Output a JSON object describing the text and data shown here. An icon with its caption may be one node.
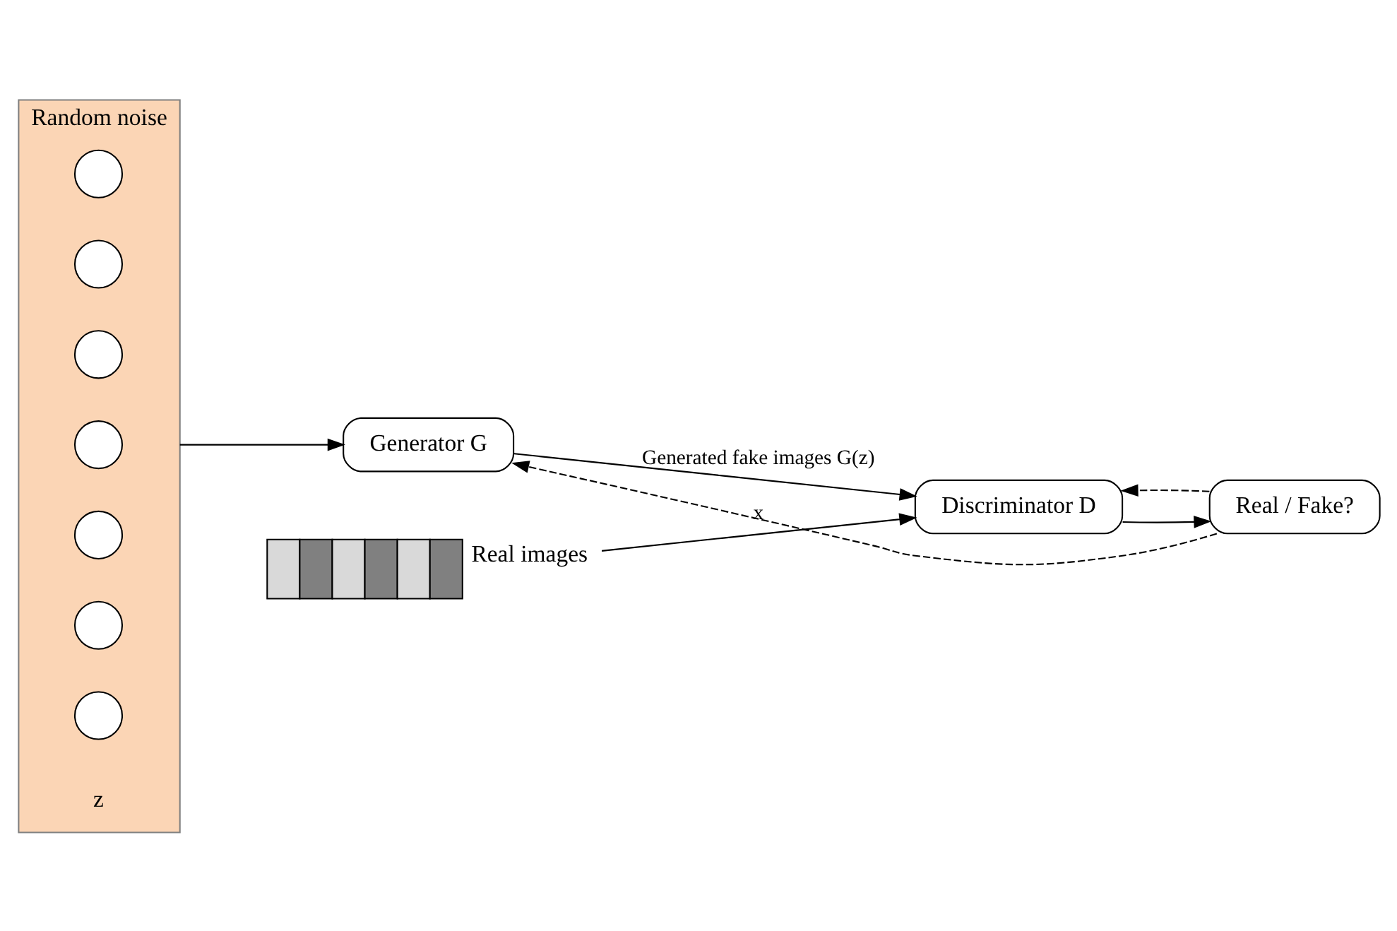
{
  "diagram": {
    "nodes": [
      {
        "text": [
          "Random noise"
        ],
        "beside": [
          "z"
        ]
      },
      {
        "text": [],
        "shape": "circle",
        "in": 0
      },
      {
        "text": [],
        "shape": "circle",
        "in": 0
      },
      {
        "text": [],
        "shape": "circle",
        "in": 0
      },
      {
        "text": [],
        "shape": "circle",
        "in": 0
      },
      {
        "text": [],
        "shape": "circle",
        "in": 0
      },
      {
        "text": [],
        "shape": "circle",
        "in": 0
      },
      {
        "text": [],
        "shape": "circle",
        "in": 0
      },
      {
        "text": [
          "Real images"
        ]
      },
      {
        "text": [
          "Generator G"
        ]
      },
      {
        "text": [
          "Discriminator D"
        ]
      },
      {
        "text": [
          "Real / Fake?"
        ]
      }
    ],
    "edges": [
      {
        "from": 0,
        "to": 9,
        "arrow": "to"
      },
      {
        "from": 8,
        "to": 10,
        "arrow": "to",
        "label": "x"
      },
      {
        "from": 9,
        "to": 10,
        "arrow": "to",
        "label": "Generated fake images G(z)"
      },
      {
        "from": 10,
        "to": 11,
        "arrow": "to"
      },
      {
        "from": 11,
        "to": 10,
        "arrow": "to",
        "style": "dashed"
      },
      {
        "from": 11,
        "to": 9,
        "arrow": "to",
        "style": "dashed"
      }
    ]
  }
}
